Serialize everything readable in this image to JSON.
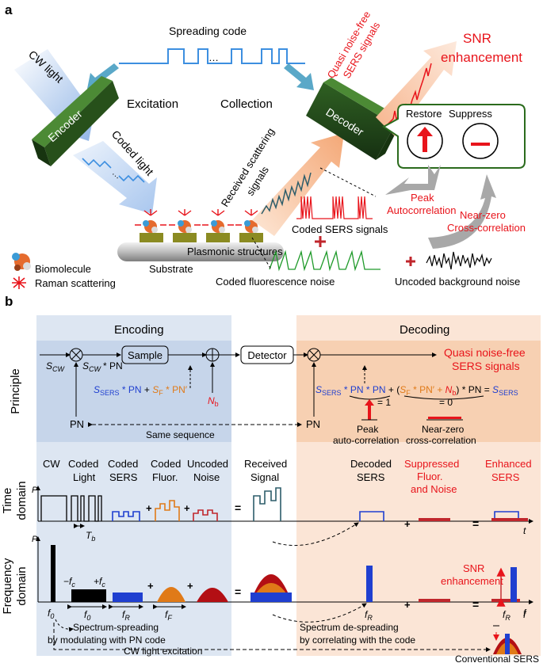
{
  "panel_a": {
    "label": "a",
    "spreading_code": "Spreading code",
    "ellipsis": "…",
    "cw_light": "CW light",
    "encoder": "Encoder",
    "excitation": "Excitation",
    "collection": "Collection",
    "coded_light": "Coded light",
    "decoder": "Decoder",
    "quasi_signals_1": "Quasi noise-free",
    "quasi_signals_2": "SERS signals",
    "snr_1": "SNR",
    "snr_2": "enhancement",
    "restore": "Restore",
    "suppress": "Suppress",
    "received_1": "Received scattering",
    "received_2": "signals",
    "peak_1": "Peak",
    "peak_2": "Autocorrelation",
    "nearzero_1": "Near-zero",
    "nearzero_2": "Cross-correlation",
    "coded_sers": "Coded SERS signals",
    "plasmonic": "Plasmonic structures",
    "substrate": "Substrate",
    "biomolecule": "Biomolecule",
    "raman": "Raman scattering",
    "coded_fluor": "Coded fluorescence noise",
    "uncoded_bg": "Uncoded background noise"
  },
  "panel_b": {
    "label": "b",
    "encoding": "Encoding",
    "decoding": "Decoding",
    "principle": "Principle",
    "sample": "Sample",
    "detector": "Detector",
    "quasi_1": "Quasi noise-free",
    "quasi_2": "SERS signals",
    "scw": "S",
    "scw_sub": "CW",
    "scw_pn": "* PN",
    "pn": "PN",
    "same_sequence": "Same sequence",
    "eq_eq1": "= 1",
    "eq_eq0": "= 0",
    "peak_1": "Peak",
    "peak_2": "auto-correlation",
    "nearzero_1": "Near-zero",
    "nearzero_2": "cross-correlation",
    "time_1": "Time",
    "time_2": "domain",
    "freq_1": "Frequency",
    "freq_2": "domain",
    "col_cw": "CW",
    "col_coded_light_1": "Coded",
    "col_coded_light_2": "Light",
    "col_coded_sers_1": "Coded",
    "col_coded_sers_2": "SERS",
    "col_coded_fluor_1": "Coded",
    "col_coded_fluor_2": "Fluor.",
    "col_uncoded_1": "Uncoded",
    "col_uncoded_2": "Noise",
    "col_received_1": "Received",
    "col_received_2": "Signal",
    "col_decoded_1": "Decoded",
    "col_decoded_2": "SERS",
    "col_suppressed_1": "Suppressed",
    "col_suppressed_2": "Fluor.",
    "col_suppressed_3": "and Noise",
    "col_enhanced_1": "Enhanced",
    "col_enhanced_2": "SERS",
    "axis_p": "P",
    "axis_t": "t",
    "axis_f": "f",
    "tb": "T",
    "tb_sub": "b",
    "fc_minus": "−f",
    "fc_plus": "+f",
    "fc_sub": "c",
    "f0": "f",
    "f0_sub": "0",
    "fr": "f",
    "fr_sub": "R",
    "ff": "f",
    "ff_sub": "F",
    "snr_1": "SNR",
    "snr_2": "enhancement",
    "spread_1": "Spectrum-spreading",
    "spread_2": "by modulating with PN code",
    "despread_1": "Spectrum de-spreading",
    "despread_2": "by correlating with the code",
    "cw_excitation": "CW light excitation",
    "conventional": "Conventional SERS"
  },
  "colors": {
    "red": "#e8141b",
    "blue": "#1f3fd0",
    "orange": "#e07a18",
    "encoding_bg": "#dde6f2",
    "decoding_bg": "#fbe5d6",
    "encoder_green": "#1f3d17",
    "dark_red": "#b30f14"
  }
}
